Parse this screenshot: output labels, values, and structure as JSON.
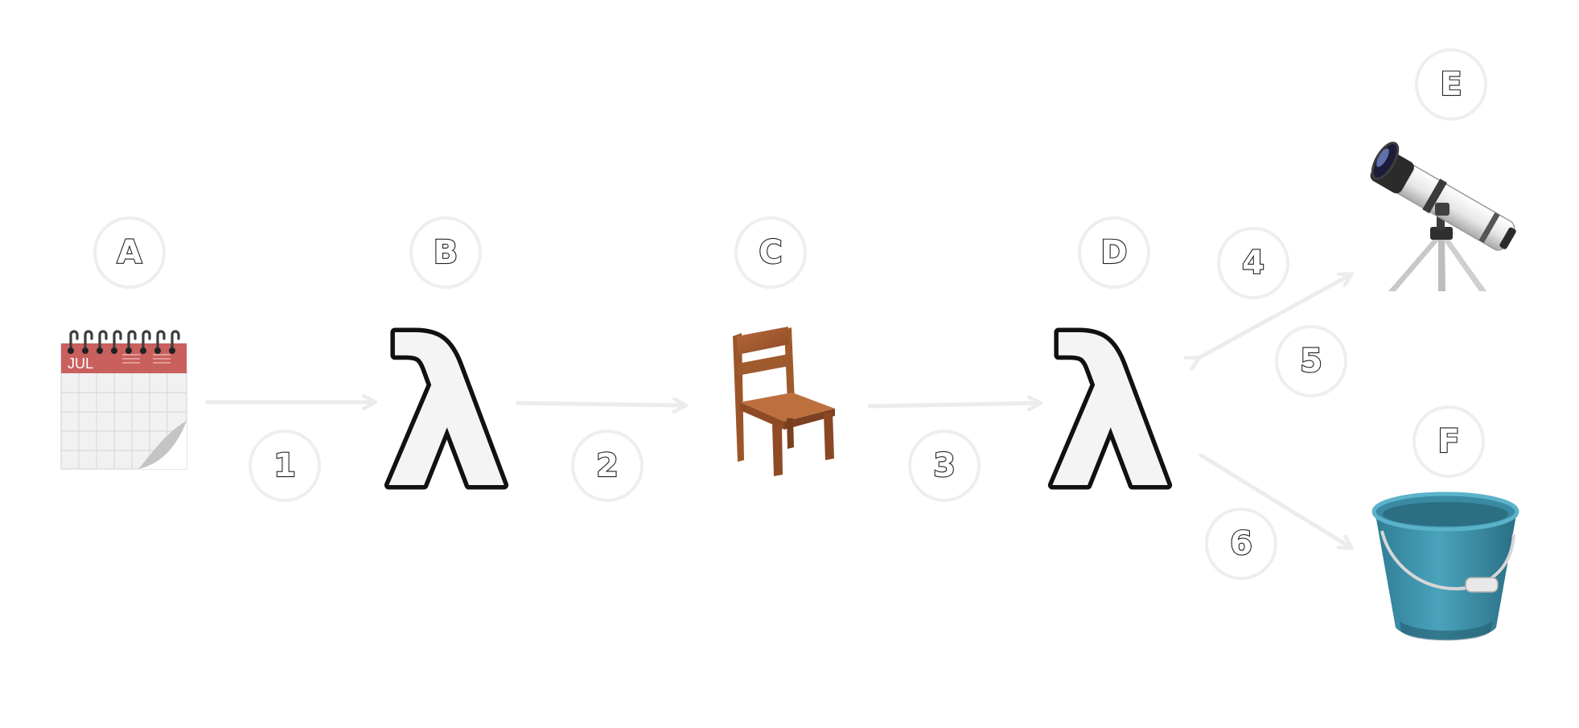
{
  "nodes": [
    {
      "id": "A",
      "label": "A",
      "icon": "calendar-icon",
      "calendar_month": "JUL"
    },
    {
      "id": "B",
      "label": "B",
      "icon": "lambda-icon",
      "glyph": "λ"
    },
    {
      "id": "C",
      "label": "C",
      "icon": "chair-icon"
    },
    {
      "id": "D",
      "label": "D",
      "icon": "lambda-icon",
      "glyph": "λ"
    },
    {
      "id": "E",
      "label": "E",
      "icon": "telescope-icon"
    },
    {
      "id": "F",
      "label": "F",
      "icon": "bucket-icon"
    }
  ],
  "edges": [
    {
      "label": "1",
      "from": "A",
      "to": "B"
    },
    {
      "label": "2",
      "from": "B",
      "to": "C"
    },
    {
      "label": "3",
      "from": "C",
      "to": "D"
    },
    {
      "label": "4",
      "from": "D",
      "to": "E"
    },
    {
      "label": "5",
      "from": "E",
      "to": "D"
    },
    {
      "label": "6",
      "from": "D",
      "to": "F"
    }
  ],
  "colors": {
    "arrow": "#ececec",
    "label_outline": "#222222",
    "calendar_header": "#c9605e",
    "chair_wood": "#a65a30",
    "bucket_teal": "#3f94ad"
  }
}
